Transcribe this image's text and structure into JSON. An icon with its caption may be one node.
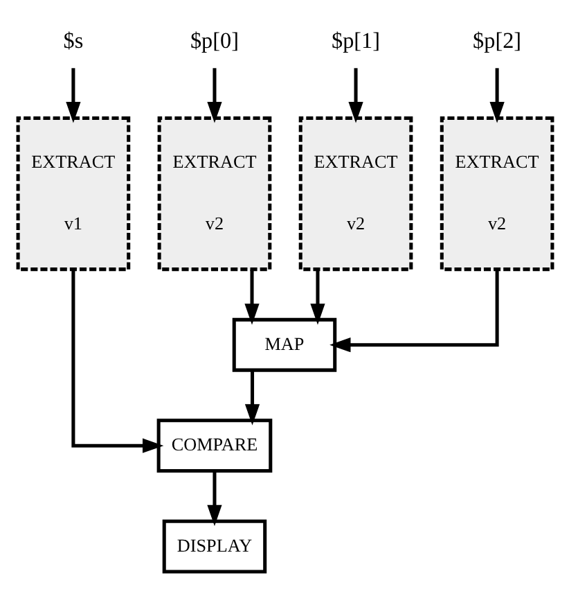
{
  "diagram": {
    "nodes": [
      {
        "text": [
          "$s"
        ]
      },
      {
        "text": [
          "$p[0]"
        ]
      },
      {
        "text": [
          "$p[1]"
        ]
      },
      {
        "text": [
          "$p[2]"
        ]
      },
      {
        "text": [
          "EXTRACT",
          "v1"
        ]
      },
      {
        "text": [
          "EXTRACT",
          "v2"
        ]
      },
      {
        "text": [
          "EXTRACT",
          "v2"
        ]
      },
      {
        "text": [
          "EXTRACT",
          "v2"
        ]
      },
      {
        "text": [
          "MAP"
        ]
      },
      {
        "text": [
          "COMPARE"
        ]
      },
      {
        "text": [
          "DISPLAY"
        ]
      }
    ],
    "edges": [
      {
        "from": 0,
        "to": 4,
        "arrow": "to"
      },
      {
        "from": 1,
        "to": 5,
        "arrow": "to"
      },
      {
        "from": 2,
        "to": 6,
        "arrow": "to"
      },
      {
        "from": 3,
        "to": 7,
        "arrow": "to"
      },
      {
        "from": 5,
        "to": 8,
        "arrow": "to"
      },
      {
        "from": 6,
        "to": 8,
        "arrow": "to"
      },
      {
        "from": 7,
        "to": 8,
        "arrow": "to"
      },
      {
        "from": 4,
        "to": 9,
        "arrow": "to"
      },
      {
        "from": 8,
        "to": 9,
        "arrow": "to"
      },
      {
        "from": 9,
        "to": 10,
        "arrow": "to"
      }
    ]
  }
}
